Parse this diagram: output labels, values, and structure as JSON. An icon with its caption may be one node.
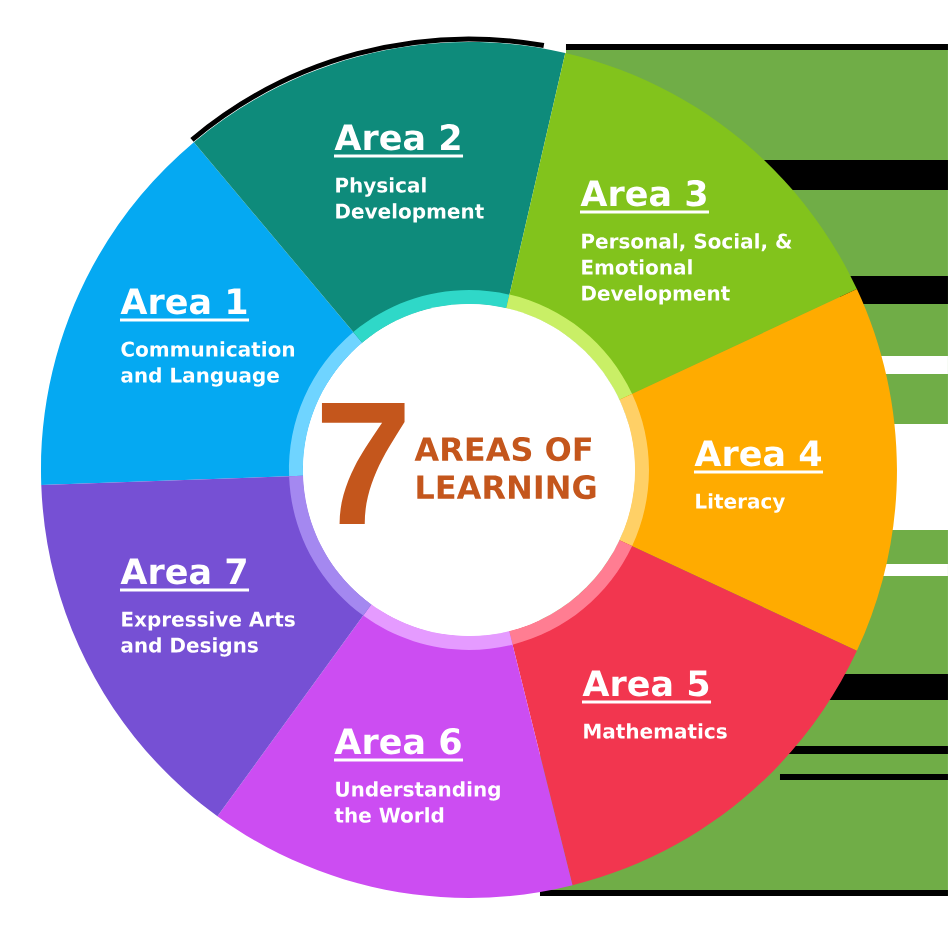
{
  "diagram": {
    "nodes": [
      {
        "text": [
          "7",
          "AREAS OF LEARNING"
        ]
      },
      {
        "text": [
          "Area 1",
          "Communication and Language"
        ]
      },
      {
        "text": [
          "Area 2",
          "Physical Development"
        ]
      },
      {
        "text": [
          "Area 3",
          "Personal, Social, & Emotional Development"
        ]
      },
      {
        "text": [
          "Area 4",
          "Literacy"
        ]
      },
      {
        "text": [
          "Area 5",
          "Mathematics"
        ]
      },
      {
        "text": [
          "Area 6",
          "Understanding the World"
        ]
      },
      {
        "text": [
          "Area 7",
          "Expressive Arts and Designs"
        ]
      }
    ]
  }
}
